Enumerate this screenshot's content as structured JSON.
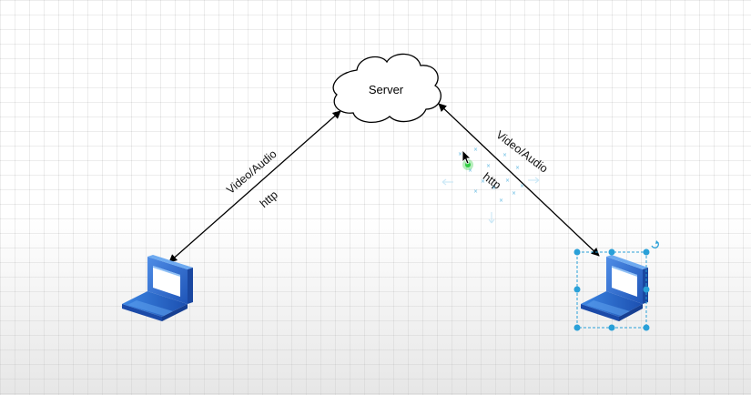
{
  "server": {
    "label": "Server"
  },
  "left_connection": {
    "label_1": "Video/Audio",
    "label_2": "http"
  },
  "right_connection": {
    "label_1": "Video/Audio",
    "label_2": "http"
  },
  "colors": {
    "edge": "#000000",
    "laptop_blue": "#2f6fd6",
    "laptop_light": "#5aa3f0",
    "selection": "#29a0d8",
    "hover_handle": "#2ecc40"
  },
  "icons": [
    "cloud-shape",
    "laptop-icon",
    "laptop-icon",
    "rotate-icon"
  ]
}
